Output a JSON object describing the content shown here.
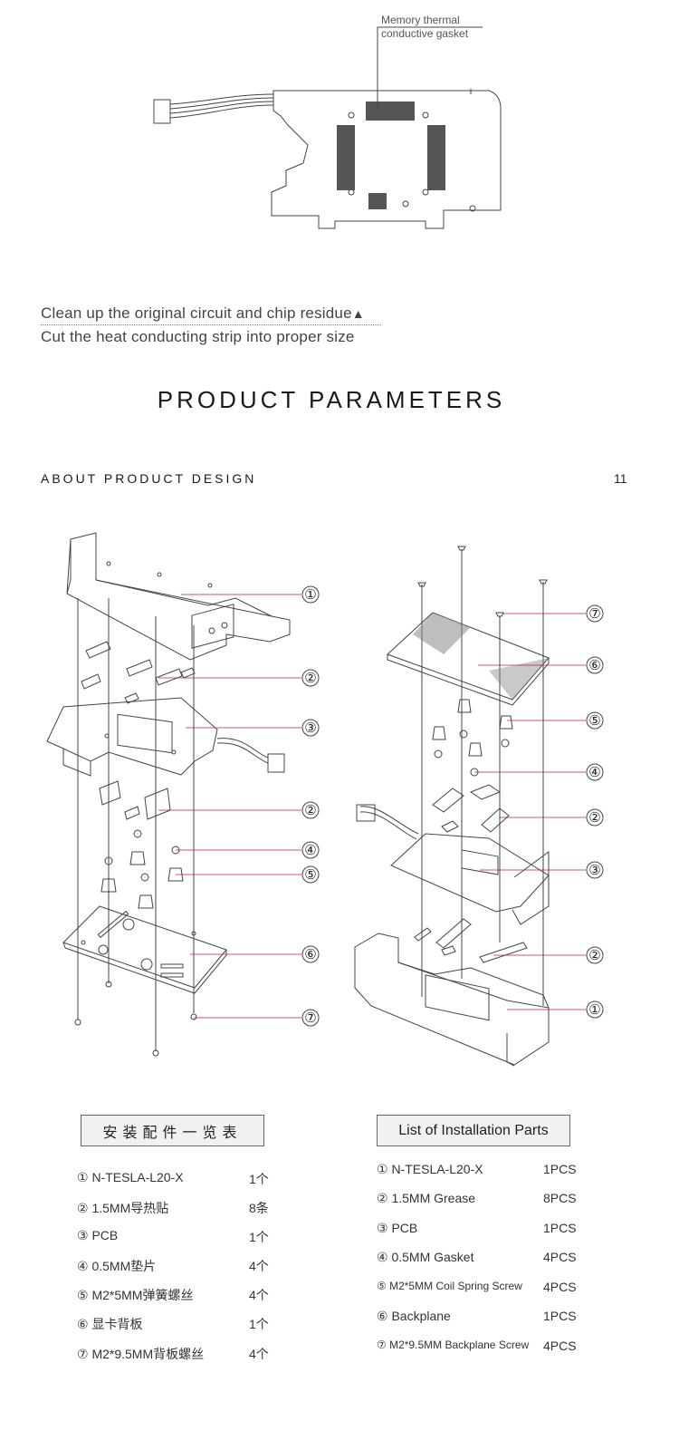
{
  "top_diagram": {
    "label_line1": "Memory thermal",
    "label_line2": "conductive gasket"
  },
  "steps": {
    "line1": "Clean up the original circuit and chip residue",
    "line1_marker": "▲",
    "line2": "Cut the heat conducting strip into proper size"
  },
  "section": {
    "title": "PRODUCT PARAMETERS",
    "subtitle": "ABOUT PRODUCT DESIGN",
    "page_number": "11"
  },
  "exploded_left": {
    "callouts": [
      "①",
      "②",
      "③",
      "②",
      "④",
      "⑤",
      "⑥",
      "⑦"
    ]
  },
  "exploded_right": {
    "callouts": [
      "⑦",
      "⑥",
      "⑤",
      "④",
      "②",
      "③",
      "②",
      "①"
    ]
  },
  "parts_cn": {
    "heading": "安装配件一览表",
    "items": [
      {
        "name": "① N-TESLA-L20-X",
        "qty": "1个"
      },
      {
        "name": "② 1.5MM导热贴",
        "qty": "8条"
      },
      {
        "name": "③ PCB",
        "qty": "1个"
      },
      {
        "name": "④ 0.5MM垫片",
        "qty": "4个"
      },
      {
        "name": "⑤ M2*5MM弹簧螺丝",
        "qty": "4个"
      },
      {
        "name": "⑥ 显卡背板",
        "qty": "1个"
      },
      {
        "name": "⑦ M2*9.5MM背板螺丝",
        "qty": "4个"
      }
    ]
  },
  "parts_en": {
    "heading": "List of Installation Parts",
    "items": [
      {
        "name": "① N-TESLA-L20-X",
        "qty": "1PCS"
      },
      {
        "name": "② 1.5MM Grease",
        "qty": "8PCS"
      },
      {
        "name": "③ PCB",
        "qty": "1PCS"
      },
      {
        "name": "④ 0.5MM Gasket",
        "qty": "4PCS"
      },
      {
        "name": "⑤ M2*5MM Coil Spring Screw",
        "qty": "4PCS"
      },
      {
        "name": "⑥ Backplane",
        "qty": "1PCS"
      },
      {
        "name": "⑦ M2*9.5MM Backplane Screw",
        "qty": "4PCS"
      }
    ]
  }
}
